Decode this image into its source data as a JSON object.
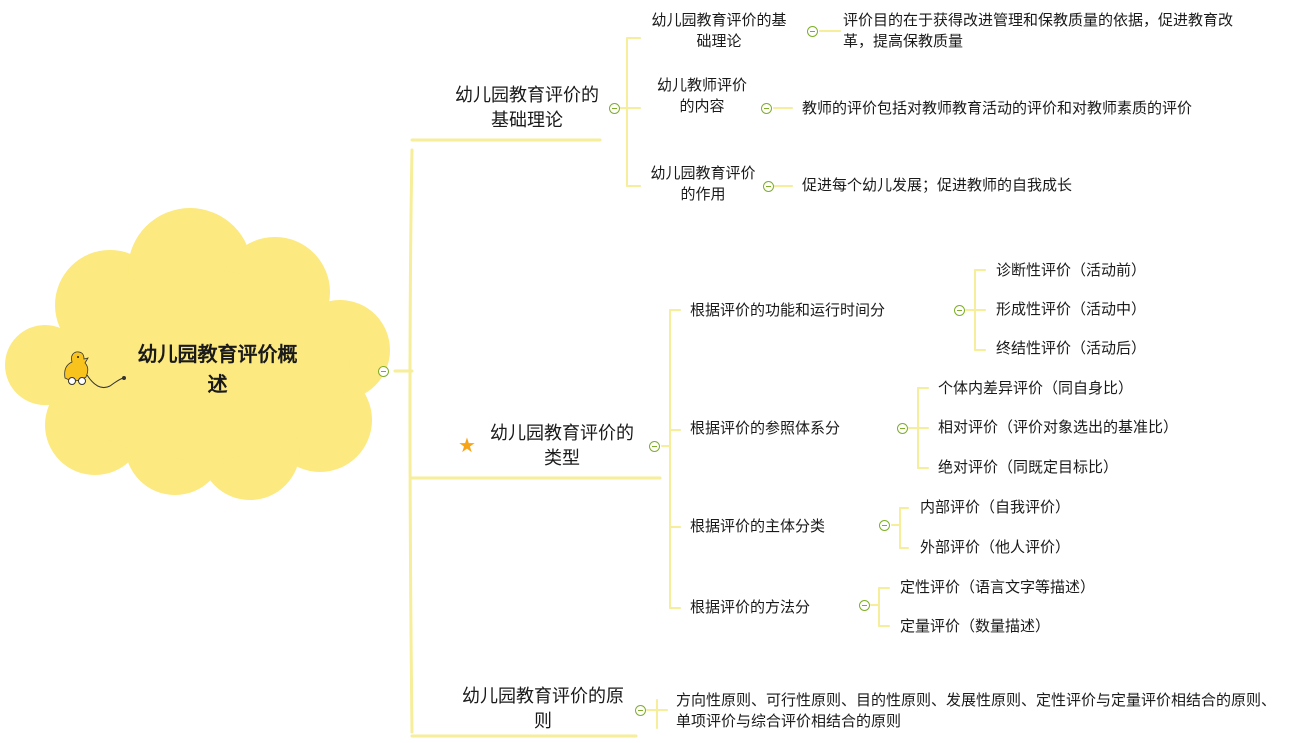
{
  "root": {
    "label": "幼儿园教育评价概述"
  },
  "branches": {
    "basics": {
      "label": "幼儿园教育评价的基础理论",
      "children": [
        {
          "label": "幼儿园教育评价的基础理论",
          "detail": "评价目的在于获得改进管理和保教质量的依据，促进教育改革，提高保教质量"
        },
        {
          "label": "幼儿教师评价的内容",
          "detail": "教师的评价包括对教师教育活动的评价和对教师素质的评价"
        },
        {
          "label": "幼儿园教育评价的作用",
          "detail": "促进每个幼儿发展；促进教师的自我成长"
        }
      ]
    },
    "types": {
      "label": "幼儿园教育评价的类型",
      "groups": [
        {
          "label": "根据评价的功能和运行时间分",
          "items": [
            "诊断性评价（活动前）",
            "形成性评价（活动中）",
            "终结性评价（活动后）"
          ]
        },
        {
          "label": "根据评价的参照体系分",
          "items": [
            "个体内差异评价（同自身比）",
            "相对评价（评价对象选出的基准比）",
            "绝对评价（同既定目标比）"
          ]
        },
        {
          "label": "根据评价的主体分类",
          "items": [
            "内部评价（自我评价）",
            "外部评价（他人评价）"
          ]
        },
        {
          "label": "根据评价的方法分",
          "items": [
            "定性评价（语言文字等描述）",
            "定量评价（数量描述）"
          ]
        }
      ]
    },
    "principles": {
      "label": "幼儿园教育评价的原则",
      "detail": "方向性原则、可行性原则、目的性原则、发展性原则、定性评价与定量评价相结合的原则、单项评价与综合评价相结合的原则"
    }
  },
  "colors": {
    "line": "#f6ee9a",
    "cloud": "#fce97f",
    "toggle": "#7fae2a",
    "star": "#f7a418"
  },
  "icons": {
    "root": "duck-on-wheels-icon",
    "types_marker": "star-icon"
  }
}
